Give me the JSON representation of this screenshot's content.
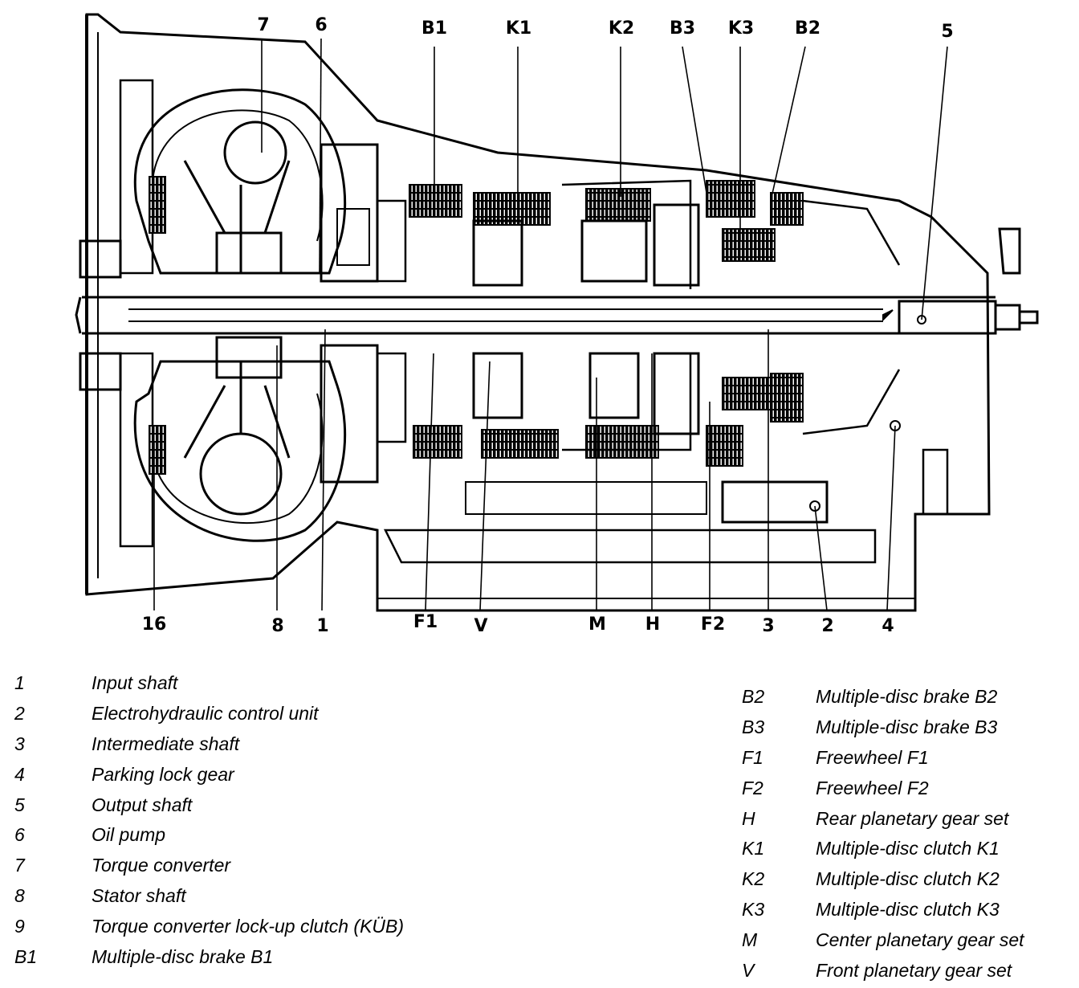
{
  "callouts_top": [
    {
      "id": "7",
      "text": "7"
    },
    {
      "id": "6",
      "text": "6"
    },
    {
      "id": "B1",
      "text": "B1"
    },
    {
      "id": "K1",
      "text": "K1"
    },
    {
      "id": "K2",
      "text": "K2"
    },
    {
      "id": "B3",
      "text": "B3"
    },
    {
      "id": "K3",
      "text": "K3"
    },
    {
      "id": "B2",
      "text": "B2"
    },
    {
      "id": "5",
      "text": "5"
    }
  ],
  "callouts_bottom": [
    {
      "id": "16",
      "text": "16"
    },
    {
      "id": "8",
      "text": "8"
    },
    {
      "id": "1",
      "text": "1"
    },
    {
      "id": "F1",
      "text": "F1"
    },
    {
      "id": "V",
      "text": "V"
    },
    {
      "id": "M",
      "text": "M"
    },
    {
      "id": "H",
      "text": "H"
    },
    {
      "id": "F2",
      "text": "F2"
    },
    {
      "id": "3",
      "text": "3"
    },
    {
      "id": "2",
      "text": "2"
    },
    {
      "id": "4",
      "text": "4"
    }
  ],
  "legend_left": [
    {
      "code": "1",
      "label": "Input shaft"
    },
    {
      "code": "2",
      "label": "Electrohydraulic control unit"
    },
    {
      "code": "3",
      "label": "Intermediate shaft"
    },
    {
      "code": "4",
      "label": "Parking lock gear"
    },
    {
      "code": "5",
      "label": "Output shaft"
    },
    {
      "code": "6",
      "label": "Oil pump"
    },
    {
      "code": "7",
      "label": "Torque converter"
    },
    {
      "code": "8",
      "label": "Stator shaft"
    },
    {
      "code": "9",
      "label": "Torque converter lock-up clutch (KÜB)"
    },
    {
      "code": "B1",
      "label": "Multiple-disc brake B1"
    }
  ],
  "legend_right": [
    {
      "code": "B2",
      "label": "Multiple-disc brake B2"
    },
    {
      "code": "B3",
      "label": "Multiple-disc brake B3"
    },
    {
      "code": "F1",
      "label": "Freewheel F1"
    },
    {
      "code": "F2",
      "label": "Freewheel F2"
    },
    {
      "code": "H",
      "label": "Rear planetary gear set"
    },
    {
      "code": "K1",
      "label": "Multiple-disc clutch K1"
    },
    {
      "code": "K2",
      "label": "Multiple-disc clutch K2"
    },
    {
      "code": "K3",
      "label": "Multiple-disc clutch K3"
    },
    {
      "code": "M",
      "label": "Center planetary gear set"
    },
    {
      "code": "V",
      "label": "Front planetary gear set"
    }
  ],
  "icons": {
    "cross_section": "transmission-cross-section-drawing"
  }
}
